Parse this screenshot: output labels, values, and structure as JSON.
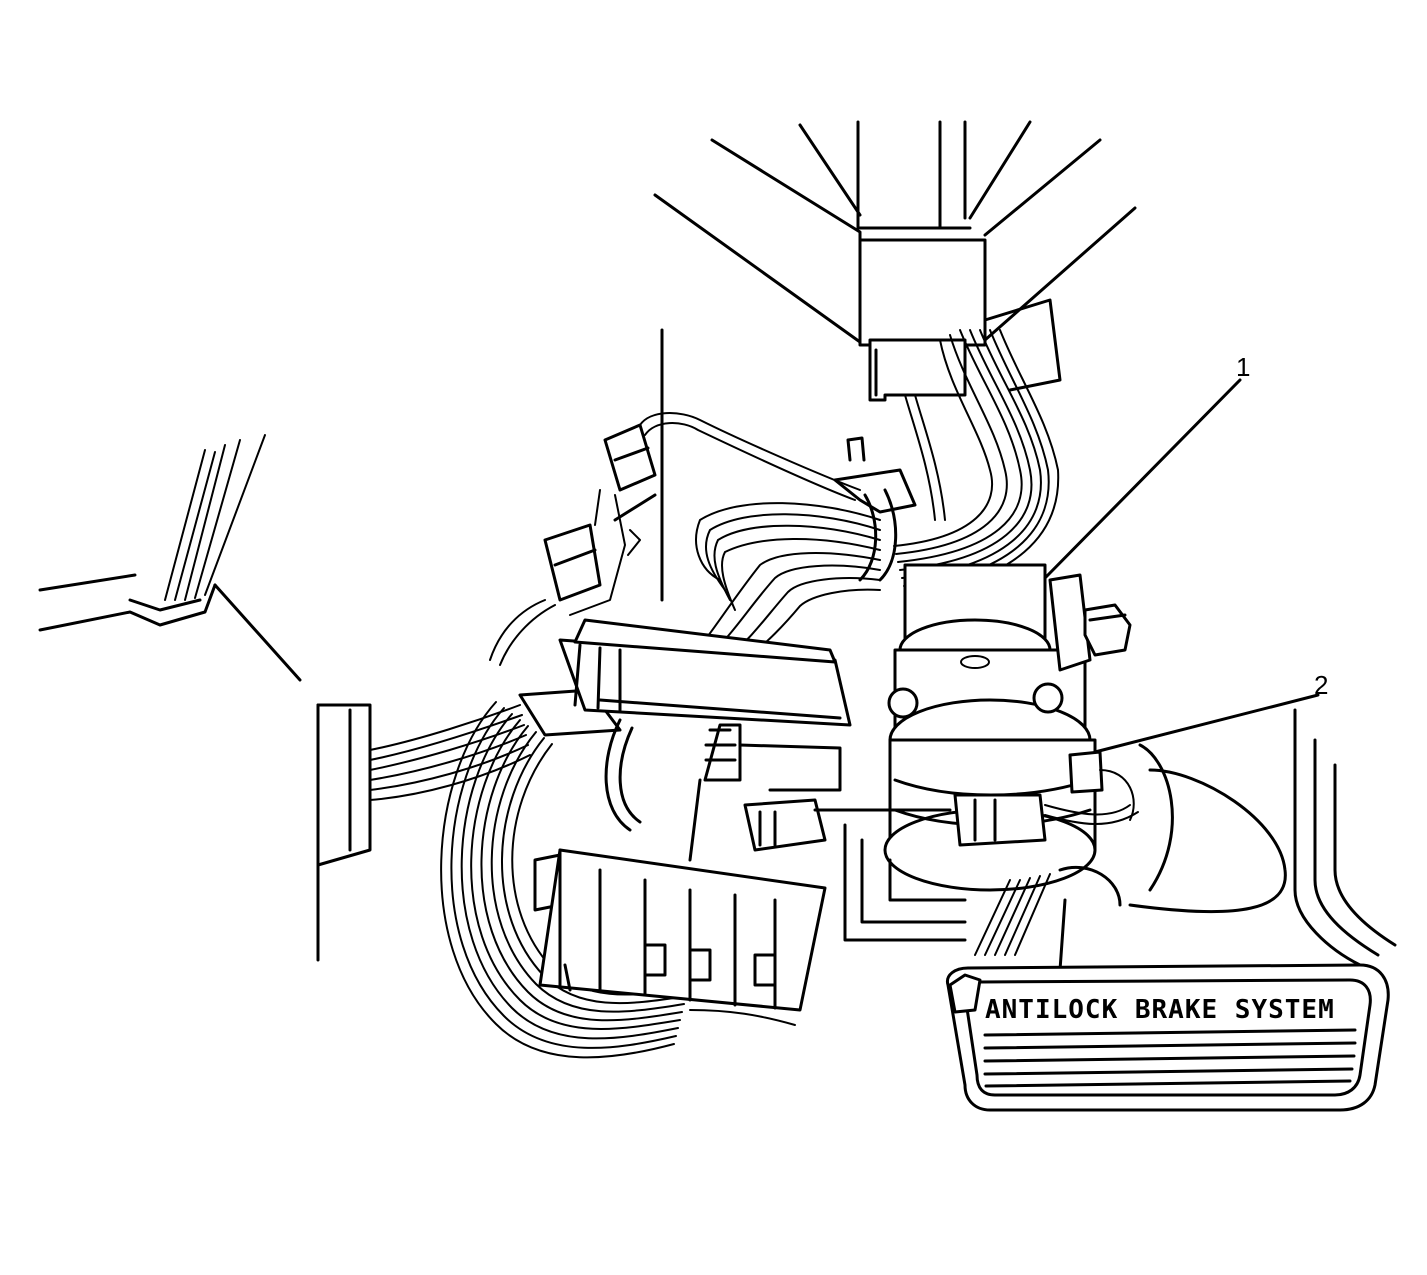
{
  "callouts": [
    {
      "id": "1",
      "label": "1"
    },
    {
      "id": "2",
      "label": "2"
    }
  ],
  "pedal": {
    "text": "ANTILOCK BRAKE SYSTEM"
  },
  "colors": {
    "line": "#000000",
    "background": "#ffffff"
  }
}
